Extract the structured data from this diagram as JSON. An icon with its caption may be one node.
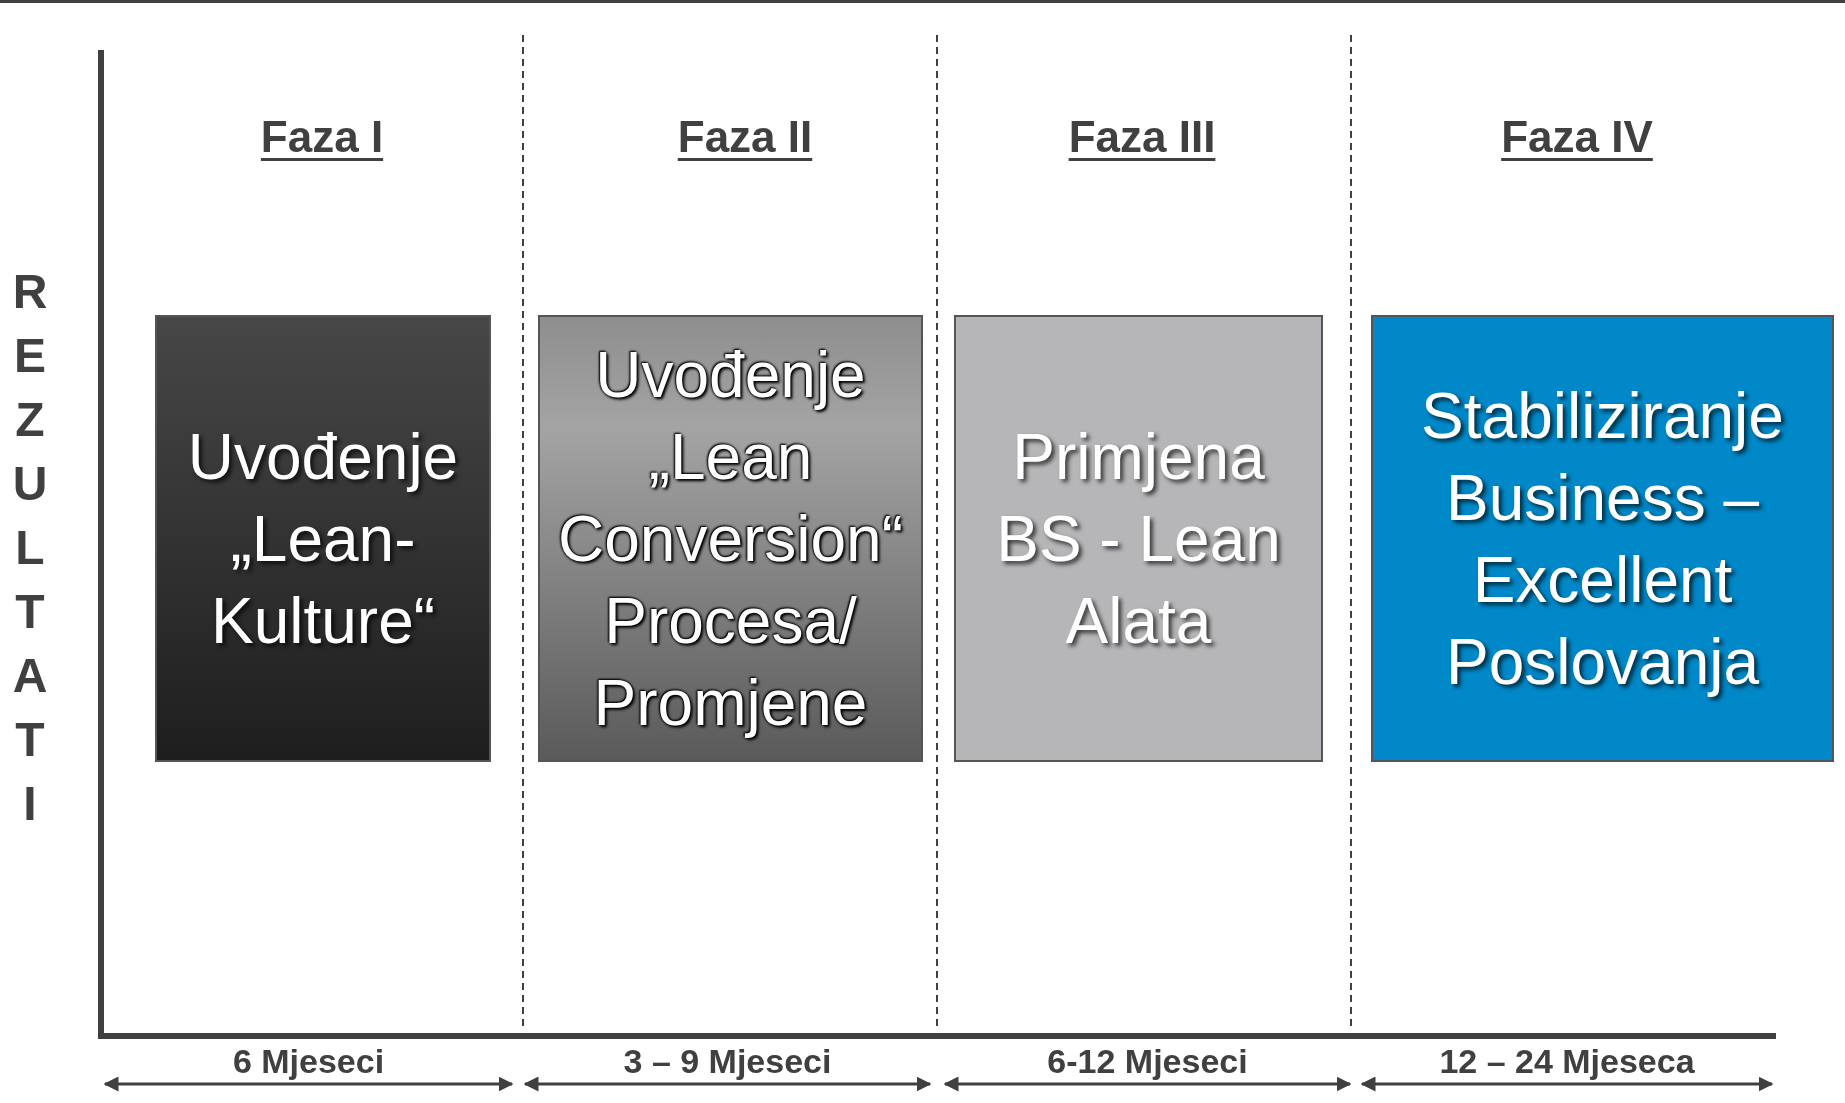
{
  "diagram": {
    "nodes": [
      {
        "text": [
          "Uvođenje „Lean-Kulture“"
        ],
        "beside": [
          "Faza I"
        ]
      },
      {
        "text": [
          "Uvođenje „Lean Conversion“ Procesa/ Promjene"
        ],
        "beside": [
          "Faza II"
        ]
      },
      {
        "text": [
          "Primjena BS - Lean Alata"
        ],
        "beside": [
          "Faza III"
        ]
      },
      {
        "text": [
          "Stabiliziranje Business – Excellent Poslovanja"
        ],
        "beside": [
          "Faza IV"
        ]
      }
    ],
    "edges": [],
    "labels": [
      "REZULTATI",
      "6 Mjeseci",
      "3 – 9 Mjeseci",
      "6-12 Mjeseci",
      "12 – 24 Mjeseca"
    ]
  }
}
